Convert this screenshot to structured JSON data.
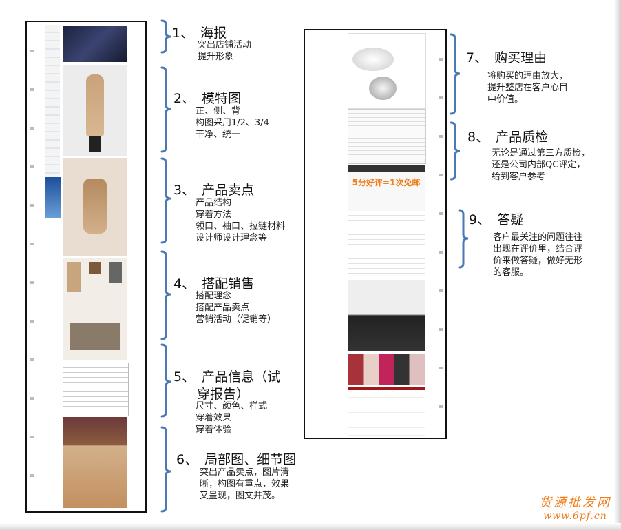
{
  "sections": [
    {
      "num": "1、",
      "title": "海报",
      "lines": [
        "突出店铺活动",
        "提升形象"
      ]
    },
    {
      "num": "2、",
      "title": "模特图",
      "lines": [
        "正、侧、背",
        "构图采用1/2、3/4",
        "干净、统一"
      ]
    },
    {
      "num": "3、",
      "title": "产品卖点",
      "lines": [
        "产品结构",
        "穿着方法",
        "领口、袖口、拉链材料",
        "设计师设计理念等"
      ]
    },
    {
      "num": "4、",
      "title": "搭配销售",
      "lines": [
        "搭配理念",
        "搭配产品卖点",
        "营销活动（促销等）"
      ]
    },
    {
      "num": "5、",
      "title": "产品信息（试",
      "title2": "穿报告）",
      "lines": [
        "尺寸、颜色、样式",
        "穿着效果",
        "穿着体验"
      ]
    },
    {
      "num": "6、",
      "title": "局部图、细节图",
      "lines": [
        "突出产品卖点，图片清",
        "晰，构图有重点，效果",
        "又呈现，图文并茂。"
      ]
    },
    {
      "num": "7、",
      "title": "购买理由",
      "lines": [
        "将购买的理由放大，",
        "提升整店在客户心目",
        "中价值。"
      ]
    },
    {
      "num": "8、",
      "title": "产品质检",
      "lines": [
        "无论是通过第三方质检，",
        "还是公司内部QC评定，",
        "给到客户参考"
      ]
    },
    {
      "num": "9、",
      "title": "答疑",
      "lines": [
        "客户最关注的问题往往",
        "出现在评价里，结合评",
        "价来做答疑，做好无形",
        "的客服。"
      ]
    }
  ],
  "right_page": {
    "promo_banner": "5分好评=1次免邮"
  },
  "watermark": {
    "title": "货源批发网",
    "url": "www.6pf.cn"
  },
  "colors": {
    "brace": "#4a7ab5",
    "watermark": "#f07c1a",
    "promo": "#f07c1a"
  }
}
